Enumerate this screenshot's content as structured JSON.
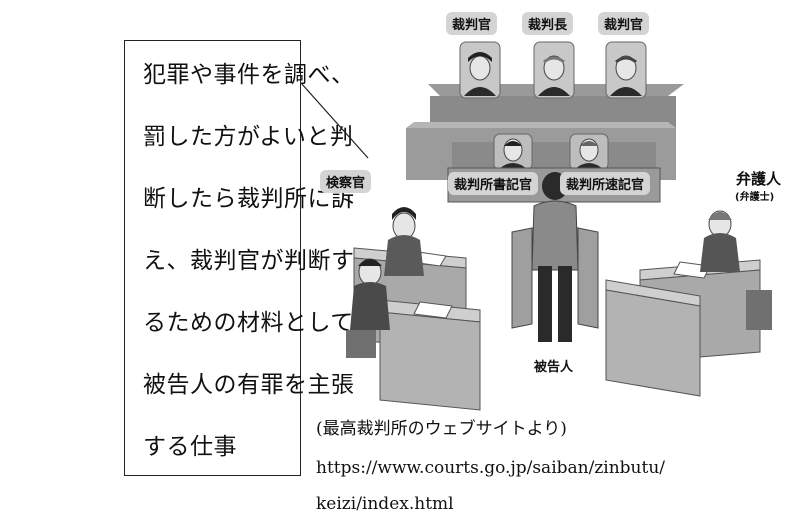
{
  "callout": {
    "lines": [
      "犯罪や事件を調べ、",
      "罰した方がよいと判",
      "断したら裁判所に訴",
      "え、裁判官が判断す",
      "るための材料として",
      "被告人の有罪を主張",
      "する仕事"
    ]
  },
  "court": {
    "judge_left": "裁判官",
    "chief_judge": "裁判長",
    "judge_right": "裁判官",
    "prosecutor": "検察官",
    "clerk": "裁判所書記官",
    "stenographer": "裁判所速記官",
    "defense": "弁護人",
    "defense_sub": "(弁護士)",
    "defendant": "被告人"
  },
  "source": {
    "line1": "(最高裁判所のウェブサイトより)",
    "line2": "https://www.courts.go.jp/saiban/zinbutu/",
    "line3": "keizi/index.html"
  },
  "colors": {
    "robe": "#2a2a2a",
    "bench": "#8f8f8f",
    "desk": "#b0b0b0",
    "tag_bg": "#d4d4d4"
  }
}
